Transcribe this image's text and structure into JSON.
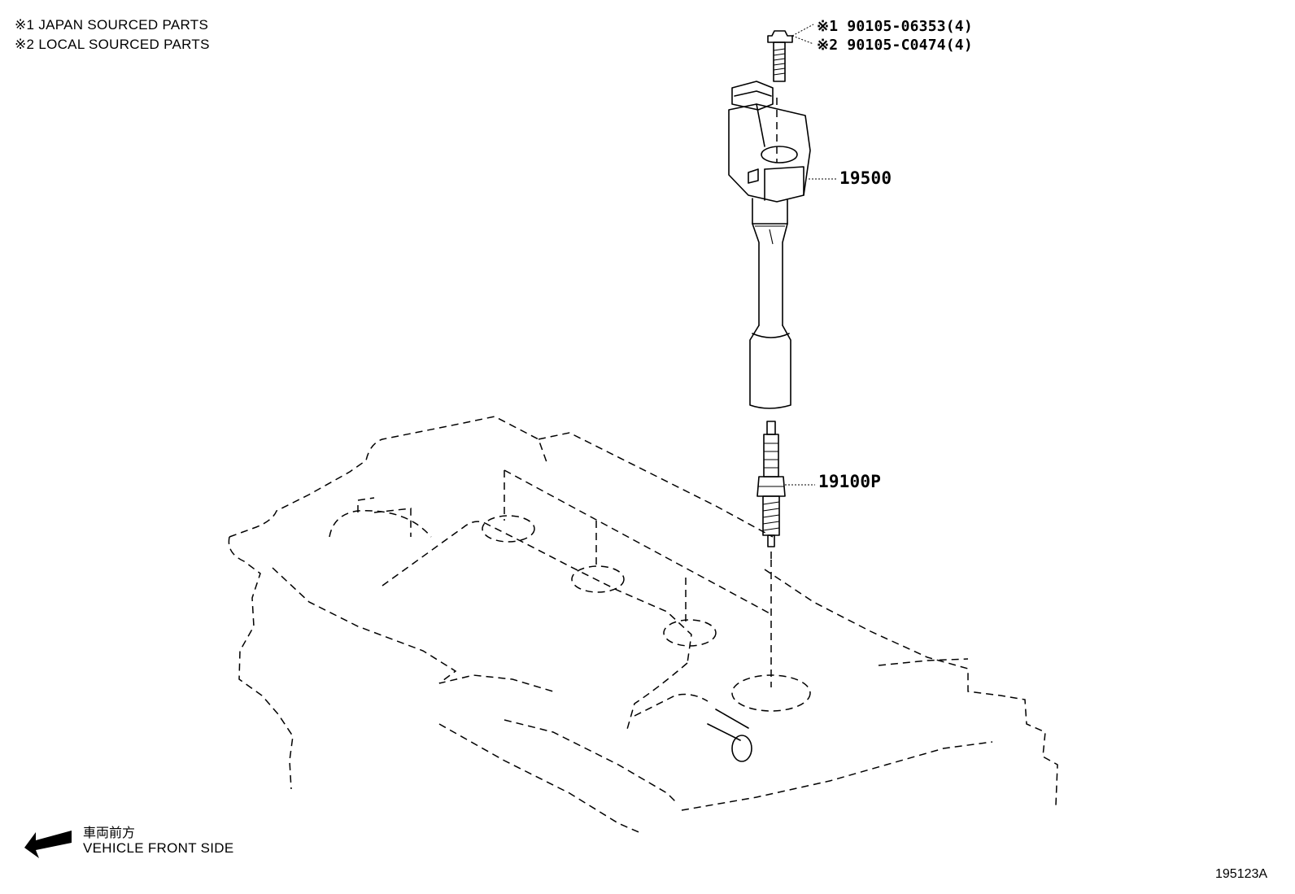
{
  "notes": [
    "※1 JAPAN SOURCED PARTS",
    "※2 LOCAL SOURCED PARTS"
  ],
  "callouts": {
    "bolt_japan": "※1 90105-06353(4)",
    "bolt_local": "※2 90105-C0474(4)",
    "ignition_coil": "19500",
    "spark_plug": "19100P"
  },
  "direction": {
    "japanese": "車両前方",
    "english": "VEHICLE FRONT SIDE"
  },
  "diagram_id": "195123A"
}
